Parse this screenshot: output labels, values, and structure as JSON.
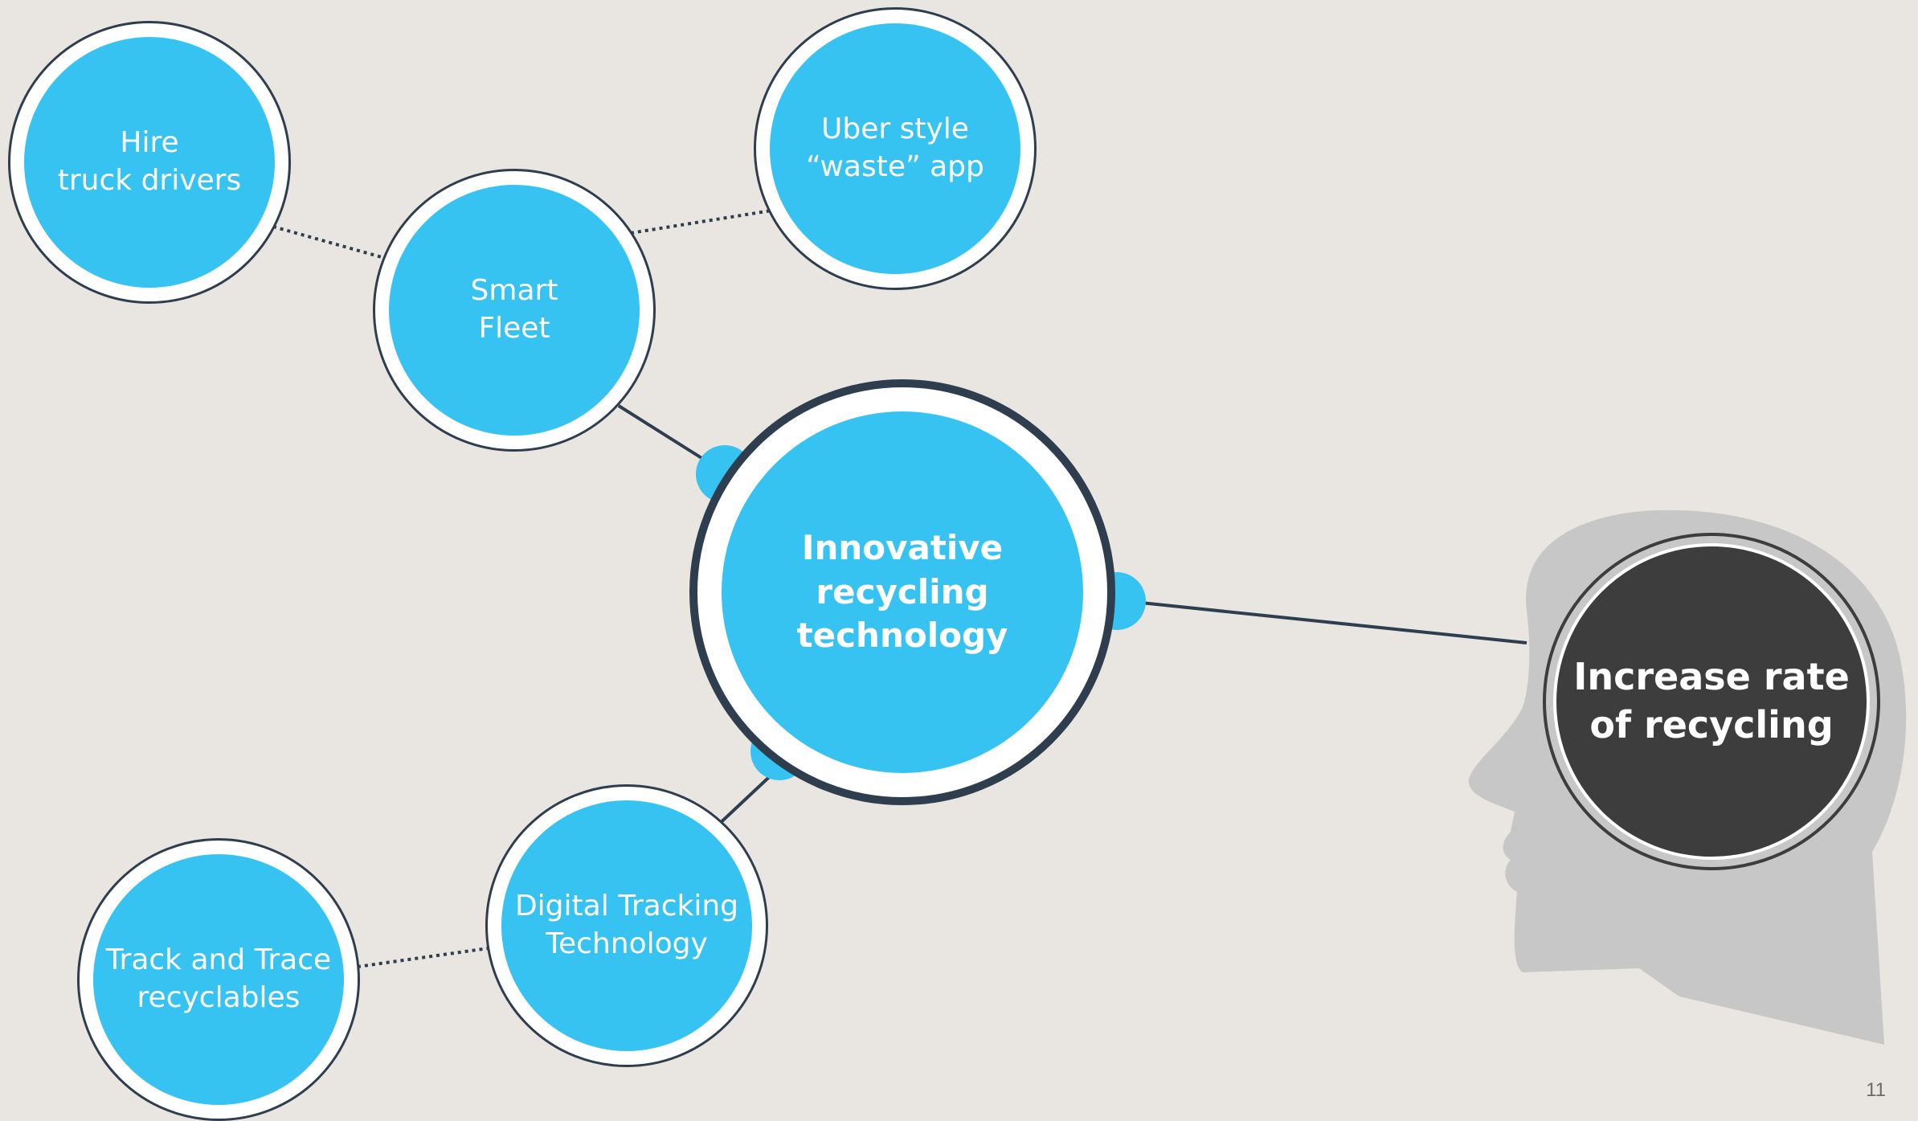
{
  "colors": {
    "node_fill": "#36c3f2",
    "node_ring": "#2f3e4e",
    "goal_fill": "#3d3d3d",
    "head_fill": "#c7c7c7"
  },
  "nodes": {
    "hire": "Hire\ntruck drivers",
    "smart_fleet": "Smart\nFleet",
    "uber": "Uber style\n“waste” app",
    "center": "Innovative\nrecycling\ntechnology",
    "digital": "Digital Tracking\nTechnology",
    "track": "Track and Trace\nrecyclables",
    "goal": "Increase rate\nof recycling"
  },
  "page_number": "11"
}
